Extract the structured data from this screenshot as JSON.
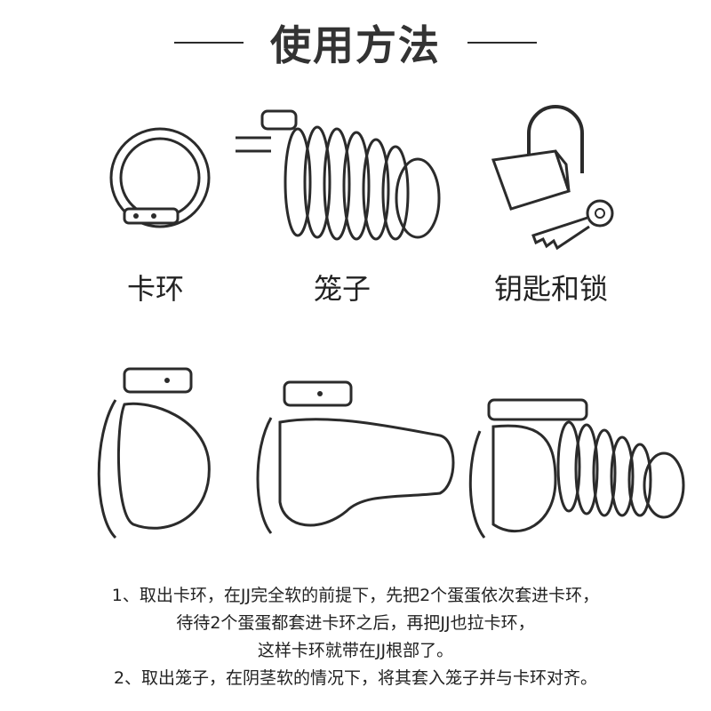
{
  "header": {
    "title": "使用方法"
  },
  "components": [
    {
      "label": "卡环",
      "icon": "ring-icon"
    },
    {
      "label": "笼子",
      "icon": "cage-icon"
    },
    {
      "label": "钥匙和锁",
      "icon": "key-lock-icon"
    }
  ],
  "steps_illustrations": [
    {
      "icon": "step-1-illustration"
    },
    {
      "icon": "step-2-illustration"
    },
    {
      "icon": "step-3-illustration"
    }
  ],
  "instructions": {
    "step1_line1": "1、取出卡环，在JJ完全软的前提下，先把2个蛋蛋依次套进卡环，",
    "step1_line2": "待待2个蛋蛋都套进卡环之后，再把JJ也拉卡环，",
    "step1_line3": "这样卡环就带在JJ根部了。",
    "step2_line1": "2、取出笼子，在阴茎软的情况下，将其套入笼子并与卡环对齐。"
  },
  "colors": {
    "text": "#222222",
    "line": "#2b2b2b",
    "background": "#ffffff"
  }
}
